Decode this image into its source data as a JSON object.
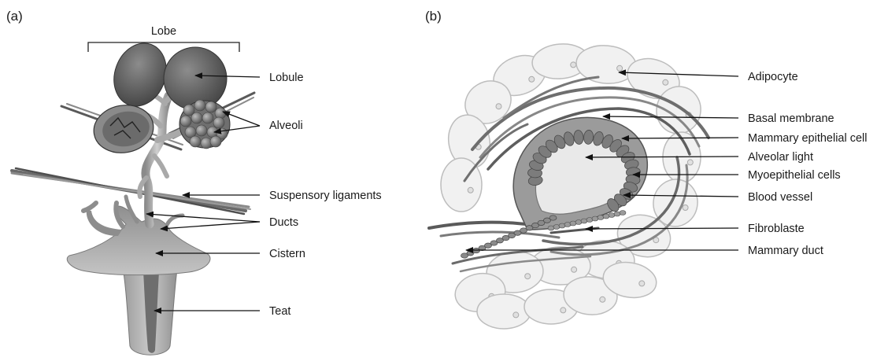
{
  "panel_a": {
    "panel_label": "(a)",
    "lobe_label": "Lobe",
    "labels": {
      "lobule": "Lobule",
      "alveoli": "Alveoli",
      "suspensory": "Suspensory ligaments",
      "ducts": "Ducts",
      "cistern": "Cistern",
      "teat": "Teat"
    }
  },
  "panel_b": {
    "panel_label": "(b)",
    "labels": {
      "adipocyte": "Adipocyte",
      "basal": "Basal membrane",
      "epithelial": "Mammary epithelial cell",
      "alveolar_light": "Alveolar light",
      "myoepithelial": "Myoepithelial cells",
      "blood_vessel": "Blood vessel",
      "fibroblaste": "Fibroblaste",
      "mammary_duct": "Mammary duct"
    }
  },
  "colors": {
    "dark_tissue": "#5e5e5e",
    "mid_tissue": "#8a8a8a",
    "light_tissue": "#b8b8b8",
    "adipocyte_fill": "#f1f1f1",
    "text": "#1a1a1a"
  }
}
